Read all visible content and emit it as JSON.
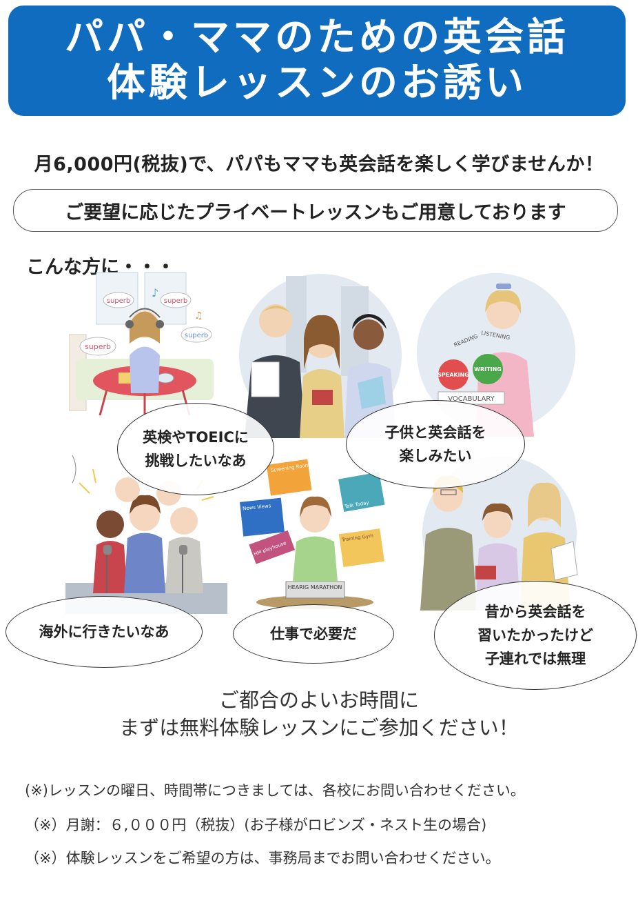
{
  "header": {
    "title_line1": "パパ・ママのための英会話",
    "title_line2": "体験レッスンのお誘い"
  },
  "lead_text": "月6,000円(税抜)で、パパもママも英会話を楽しく学びませんか！",
  "private_lesson_text": "ご要望に応じたプライベートレッスンもご用意しております",
  "section_label": "こんな方に・・・",
  "illustrations": {
    "music": {
      "bubbles": [
        "superb",
        "superb",
        "superb",
        "superb"
      ]
    },
    "study": {
      "labels": [
        "READING",
        "LISTENING",
        "SPEAKING",
        "WRITING",
        "VOCABULARY"
      ]
    },
    "media": {
      "labels": [
        "Screening Room",
        "News Views",
        "Talk Today",
        "HM playhouse",
        "Training Gym",
        "HEARIG MARATHON"
      ]
    }
  },
  "bubbles": {
    "toeic": [
      "英検やTOEICに",
      "挑戦したいなあ"
    ],
    "kids": [
      "子供と英会話を",
      "楽しみたい"
    ],
    "abroad": [
      "海外に行きたいなあ"
    ],
    "work": [
      "仕事で必要だ"
    ],
    "always": [
      "昔から英会話を",
      "習いたかったけど",
      "子連れでは無理"
    ]
  },
  "cta": {
    "line1": "ご都合のよいお時間に",
    "line2": "まずは無料体験レッスンにご参加ください！"
  },
  "notes": [
    "(※)レッスンの曜日、時間帯につきましては、各校にお問い合わせください。",
    "（※）月謝：６,０００円（税抜）(お子様がロビンズ・ネスト生の場合)",
    "（※）体験レッスンをご希望の方は、事務局までお問い合わせください。"
  ],
  "colors": {
    "header_bg": "#0f6cbf",
    "header_text": "#ffffff"
  }
}
